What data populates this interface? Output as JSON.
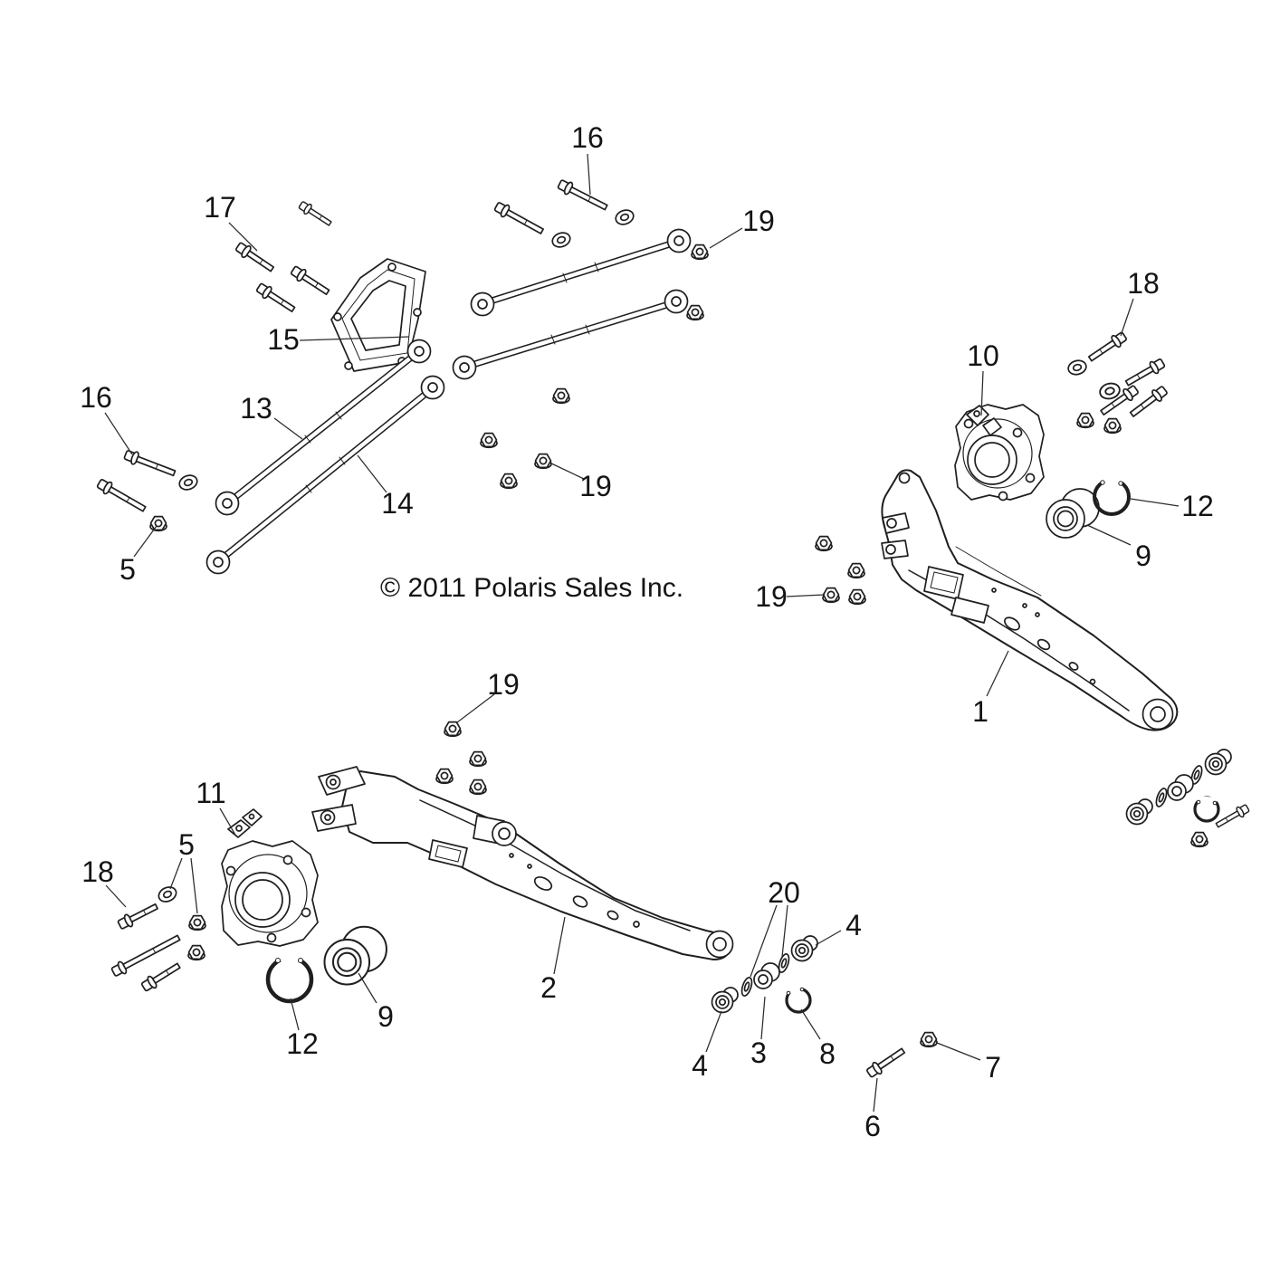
{
  "diagram": {
    "type": "exploded-parts-diagram",
    "copyright": "© 2011 Polaris Sales Inc.",
    "callouts": [
      {
        "ref": "16"
      },
      {
        "ref": "17"
      },
      {
        "ref": "19"
      },
      {
        "ref": "18"
      },
      {
        "ref": "15"
      },
      {
        "ref": "16"
      },
      {
        "ref": "13"
      },
      {
        "ref": "14"
      },
      {
        "ref": "10"
      },
      {
        "ref": "12"
      },
      {
        "ref": "9"
      },
      {
        "ref": "19"
      },
      {
        "ref": "19"
      },
      {
        "ref": "5"
      },
      {
        "ref": "19"
      },
      {
        "ref": "1"
      },
      {
        "ref": "11"
      },
      {
        "ref": "5"
      },
      {
        "ref": "18"
      },
      {
        "ref": "2"
      },
      {
        "ref": "20"
      },
      {
        "ref": "4"
      },
      {
        "ref": "12"
      },
      {
        "ref": "9"
      },
      {
        "ref": "4"
      },
      {
        "ref": "3"
      },
      {
        "ref": "8"
      },
      {
        "ref": "6"
      },
      {
        "ref": "7"
      }
    ],
    "palette": {
      "ink": "#1f1f1f",
      "background": "#ffffff"
    }
  }
}
